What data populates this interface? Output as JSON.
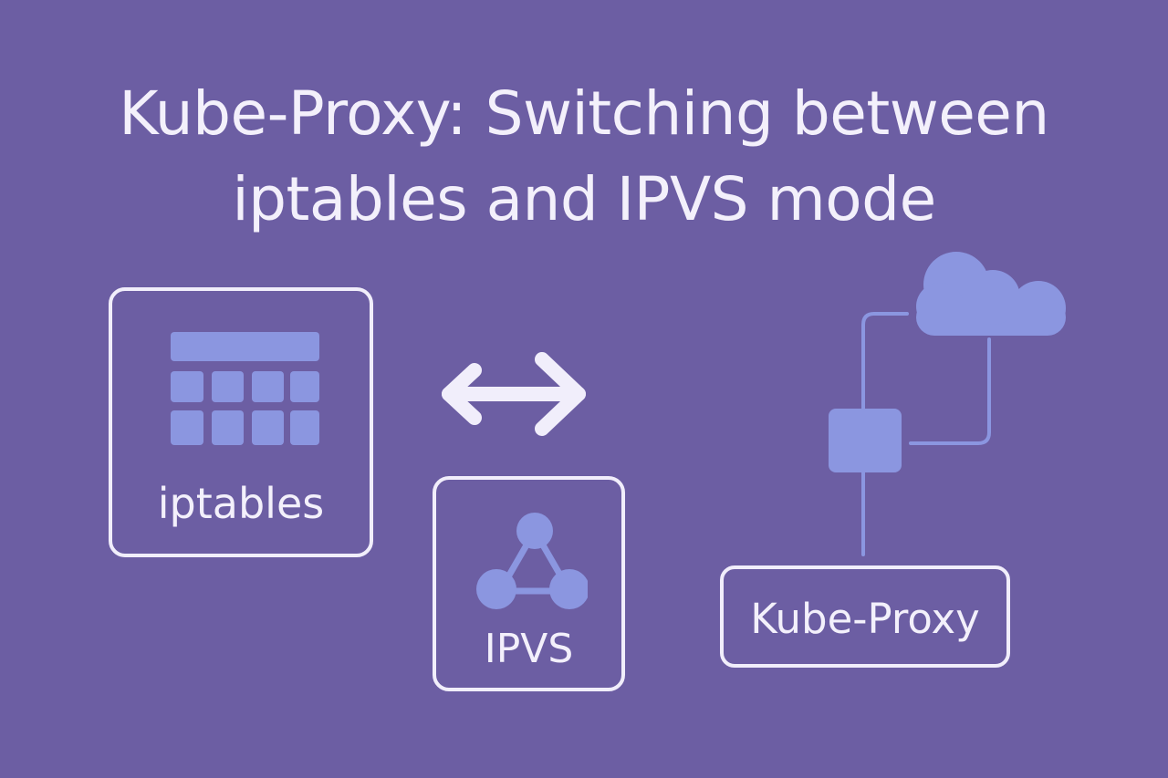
{
  "title": {
    "line1": "Kube-Proxy: Switching between",
    "line2": "iptables and IPVS mode"
  },
  "iptables": {
    "label": "iptables",
    "icon": "table-icon"
  },
  "switch": {
    "icon": "bidirectional-arrow-icon"
  },
  "ipvs": {
    "label": "IPVS",
    "icon": "network-nodes-icon"
  },
  "kube_proxy": {
    "label": "Kube-Proxy",
    "icons": [
      "cloud-icon",
      "node-icon"
    ]
  },
  "colors": {
    "background": "#6c5ea3",
    "foreground": "#f1eefb",
    "accent": "#8b96e0"
  }
}
